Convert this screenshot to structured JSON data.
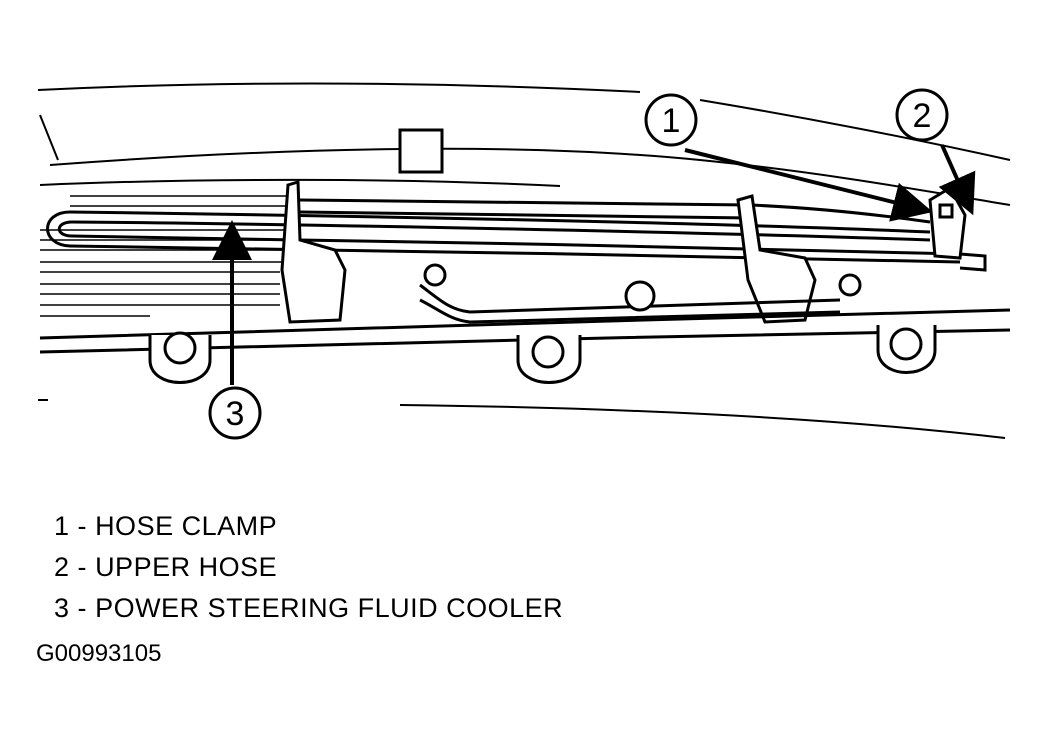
{
  "callouts": [
    {
      "number": "1"
    },
    {
      "number": "2"
    },
    {
      "number": "3"
    }
  ],
  "legend": [
    {
      "number": "1",
      "separator": "-",
      "text": "HOSE CLAMP"
    },
    {
      "number": "2",
      "separator": "-",
      "text": "UPPER HOSE"
    },
    {
      "number": "3",
      "separator": "-",
      "text": "POWER STEERING FLUID COOLER"
    }
  ],
  "figure_id": "G00993105"
}
